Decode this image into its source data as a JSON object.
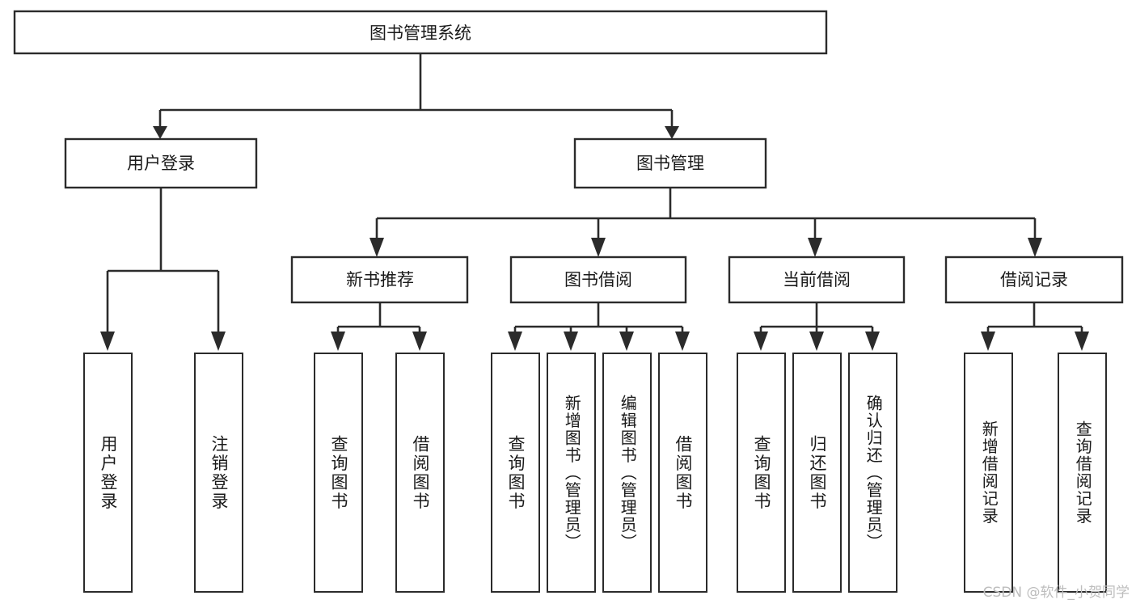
{
  "diagram": {
    "title": "图书管理系统",
    "watermark": "CSDN @软件_小贺同学",
    "type": "tree-hierarchy",
    "orientation": "top-down",
    "levels": 4,
    "colors": {
      "box_stroke": "#2b2b2b",
      "box_fill": "#ffffff",
      "connector": "#2b2b2b",
      "text": "#1a1a1a",
      "watermark": "#bdbdbd",
      "background": "#ffffff"
    },
    "root": {
      "label": "图书管理系统"
    },
    "level2": [
      {
        "label": "用户登录"
      },
      {
        "label": "图书管理"
      }
    ],
    "level3": [
      {
        "label": "新书推荐"
      },
      {
        "label": "图书借阅"
      },
      {
        "label": "当前借阅"
      },
      {
        "label": "借阅记录"
      }
    ],
    "leaves": {
      "user_login": [
        {
          "label": "用户登录"
        },
        {
          "label": "注销登录"
        }
      ],
      "new_book_recommend": [
        {
          "label": "查询图书"
        },
        {
          "label": "借阅图书"
        }
      ],
      "book_borrow": [
        {
          "label": "查询图书"
        },
        {
          "label": "新增图书（管理员）"
        },
        {
          "label": "编辑图书（管理员）"
        },
        {
          "label": "借阅图书"
        }
      ],
      "current_borrow": [
        {
          "label": "查询图书"
        },
        {
          "label": "归还图书"
        },
        {
          "label": "确认归还（管理员）"
        }
      ],
      "borrow_record": [
        {
          "label": "新增借阅记录"
        },
        {
          "label": "查询借阅记录"
        }
      ]
    }
  }
}
